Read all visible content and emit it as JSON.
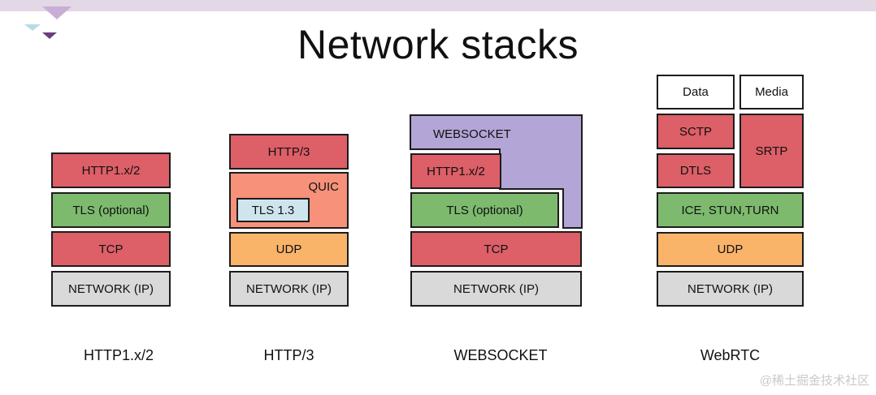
{
  "title": "Network stacks",
  "stacks": {
    "http1": {
      "caption": "HTTP1.x/2",
      "layers": {
        "app": "HTTP1.x/2",
        "security": "TLS (optional)",
        "transport": "TCP",
        "network": "NETWORK (IP)"
      }
    },
    "http3": {
      "caption": "HTTP/3",
      "layers": {
        "app": "HTTP/3",
        "quic": "QUIC",
        "tls": "TLS 1.3",
        "transport": "UDP",
        "network": "NETWORK (IP)"
      }
    },
    "websocket": {
      "caption": "WEBSOCKET",
      "layers": {
        "websocket": "WEBSOCKET",
        "app": "HTTP1.x/2",
        "security": "TLS (optional)",
        "transport": "TCP",
        "network": "NETWORK (IP)"
      }
    },
    "webrtc": {
      "caption": "WebRTC",
      "layers": {
        "data": "Data",
        "media": "Media",
        "sctp": "SCTP",
        "srtp": "SRTP",
        "dtls": "DTLS",
        "ice": "ICE, STUN,TURN",
        "transport": "UDP",
        "network": "NETWORK (IP)"
      }
    }
  },
  "colors": {
    "red": "#dd5f67",
    "green": "#7dba6e",
    "gray": "#d9d9d9",
    "orange": "#f9b46a",
    "salmon": "#f7917a",
    "lightblue": "#cfe5ee",
    "purple": "#b3a5d6"
  },
  "watermark": "@稀土掘金技术社区"
}
